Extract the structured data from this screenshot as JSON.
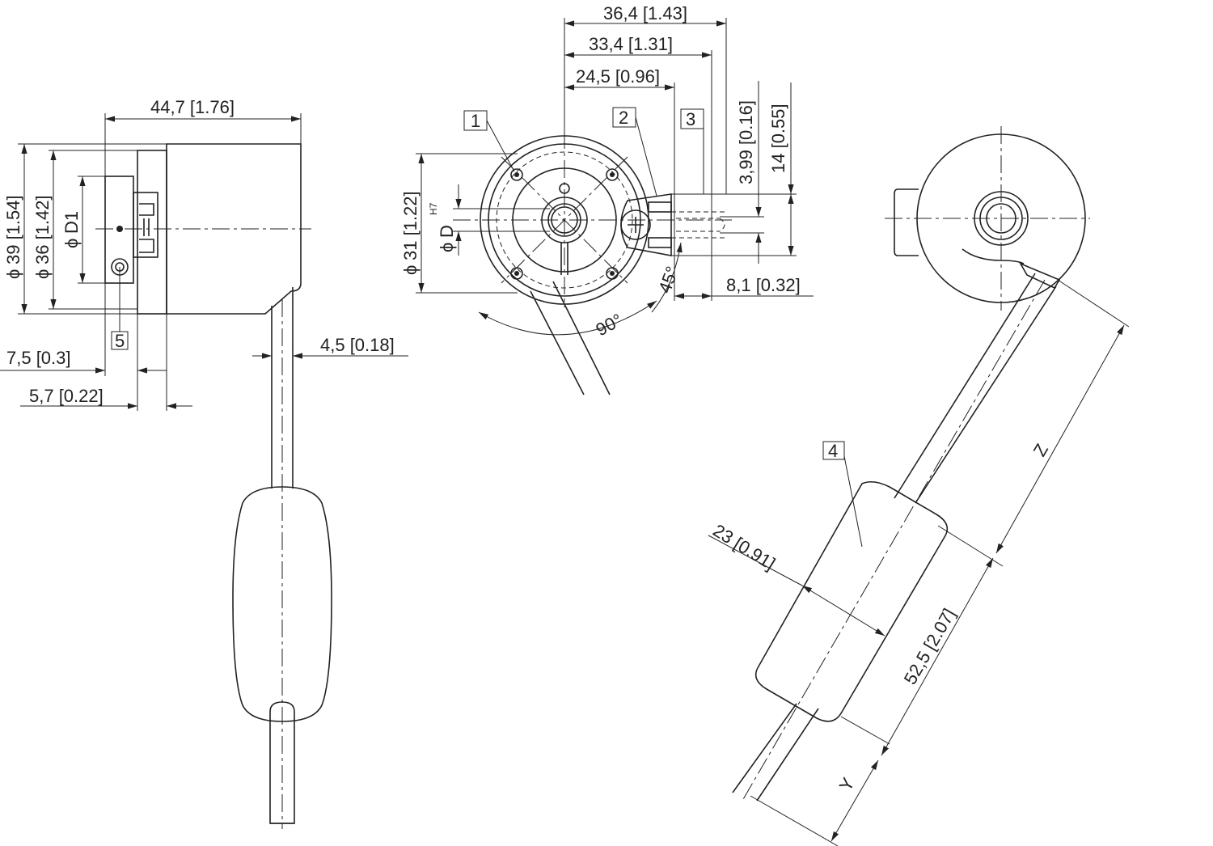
{
  "labels": {
    "dim_44_7": "44,7 [1.76]",
    "dim_39": "39 [1.54]",
    "dim_36": "36 [1.42]",
    "dim_d1": "D1",
    "dim_7_5": "7,5 [0.3]",
    "dim_5_7": "5,7 [0.22]",
    "dim_4_5": "4,5 [0.18]",
    "callout_5": "5",
    "dim_36_4": "36,4 [1.43]",
    "dim_33_4": "33,4 [1.31]",
    "dim_24_5": "24,5 [0.96]",
    "callout_1": "1",
    "callout_2": "2",
    "callout_3": "3",
    "dim_3_99": "3,99 [0.16]",
    "dim_14": "14 [0.55]",
    "dim_31": "31 [1.22]",
    "dim_d": "D",
    "tol_h7": "H7",
    "angle_45": "45°",
    "angle_90": "90°",
    "dim_8_1": "8,1 [0.32]",
    "callout_4": "4",
    "dim_23": "23 [0.91]",
    "dim_52_5": "52,5 [2.07]",
    "dim_z": "Z",
    "dim_y": "Y",
    "diameter_symbol": "ϕ"
  }
}
